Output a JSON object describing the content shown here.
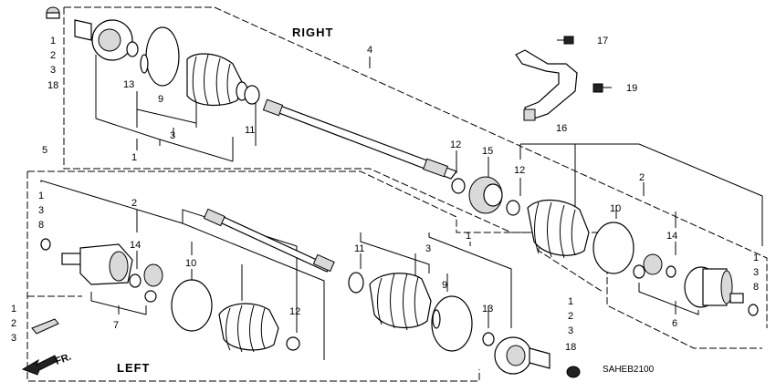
{
  "titles": {
    "right": "RIGHT",
    "left": "LEFT",
    "front": "FR."
  },
  "code": "SAHEB2100",
  "labels": {
    "l_1a": "1",
    "l_2a": "2",
    "l_3a": "3",
    "l_18a": "18",
    "l_4": "4",
    "l_17": "17",
    "l_19": "19",
    "l_16": "16",
    "l_13a": "13",
    "l_9a": "9",
    "l_3b": "3",
    "l_1b": "1",
    "l_11a": "11",
    "l_12a": "12",
    "l_15": "15",
    "l_12b": "12",
    "l_2b": "2",
    "l_5": "5",
    "l_1c": "1",
    "l_3c": "3",
    "l_8a": "8",
    "l_2c": "2",
    "l_14a": "14",
    "l_10a": "10",
    "l_7": "7",
    "l_1d": "1",
    "l_2d": "2",
    "l_3d": "3",
    "l_11b": "11",
    "l_3e": "3",
    "l_1e": "1",
    "l_9b": "9",
    "l_13b": "13",
    "l_12c": "12",
    "l_10b": "10",
    "l_14b": "14",
    "l_1f": "1",
    "l_3f": "3",
    "l_8b": "8",
    "l_6": "6",
    "l_1g": "1",
    "l_2g": "2",
    "l_3g": "3",
    "l_18g": "18"
  }
}
